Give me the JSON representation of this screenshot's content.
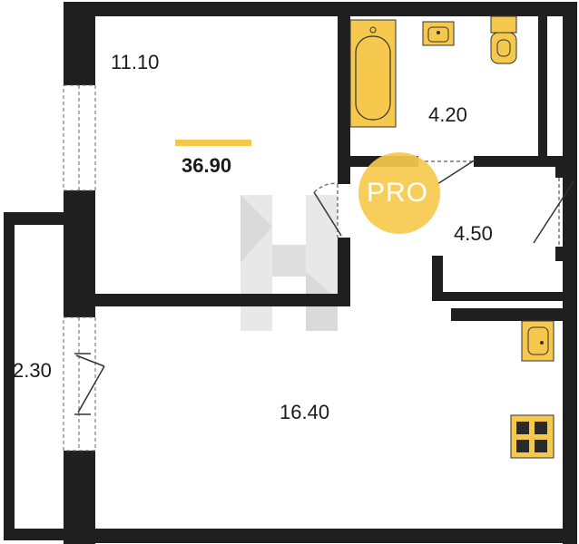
{
  "plan": {
    "total_area": "36.90",
    "rooms": [
      {
        "id": "living-room",
        "area": "11.10"
      },
      {
        "id": "bathroom",
        "area": "4.20"
      },
      {
        "id": "hallway",
        "area": "4.50"
      },
      {
        "id": "kitchen-living",
        "area": "16.40"
      },
      {
        "id": "balcony",
        "area": "2.30"
      }
    ]
  },
  "badge": {
    "text": "PRO"
  },
  "colors": {
    "wall": "#1f1f1f",
    "fixture": "#f6c94e",
    "accent": "#f3c94a",
    "watermark": "#cfcfcf"
  }
}
